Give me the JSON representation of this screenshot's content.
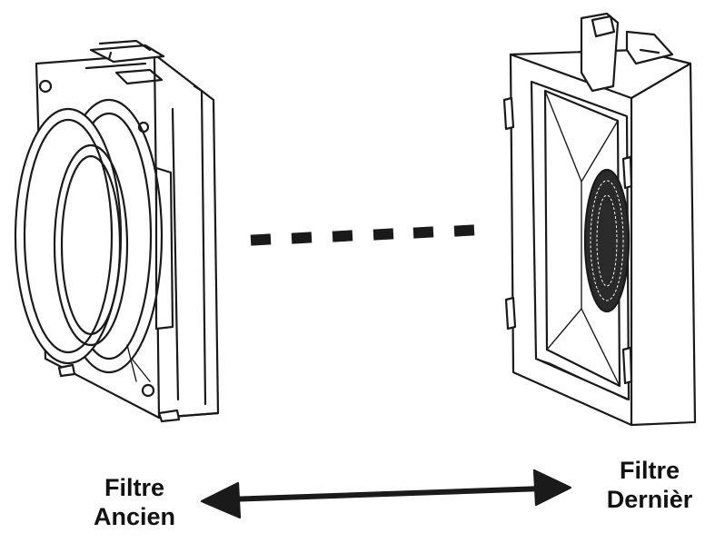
{
  "labels": {
    "old_filter": {
      "line1": "Filtre",
      "line2": "Ancien"
    },
    "new_filter": {
      "line1": "Filtre",
      "line2": "Dernièr"
    }
  },
  "colors": {
    "line": "#1a1a1a",
    "background": "#ffffff"
  },
  "icons": {
    "arrow": "double-headed-arrow",
    "dashes": "dashed-connector"
  }
}
